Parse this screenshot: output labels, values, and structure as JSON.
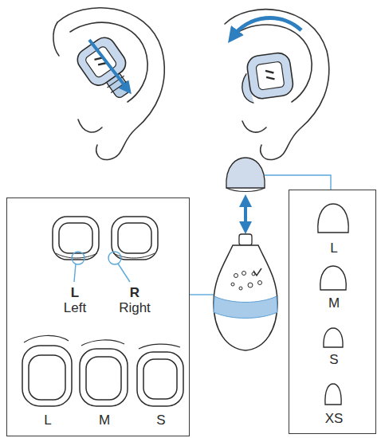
{
  "diagram": {
    "nodes": [
      {
        "text": [
          "L",
          "Left",
          "R",
          "Right",
          "L",
          "M",
          "S"
        ]
      },
      {
        "text": [
          "L",
          "M",
          "S",
          "XS"
        ]
      }
    ]
  }
}
